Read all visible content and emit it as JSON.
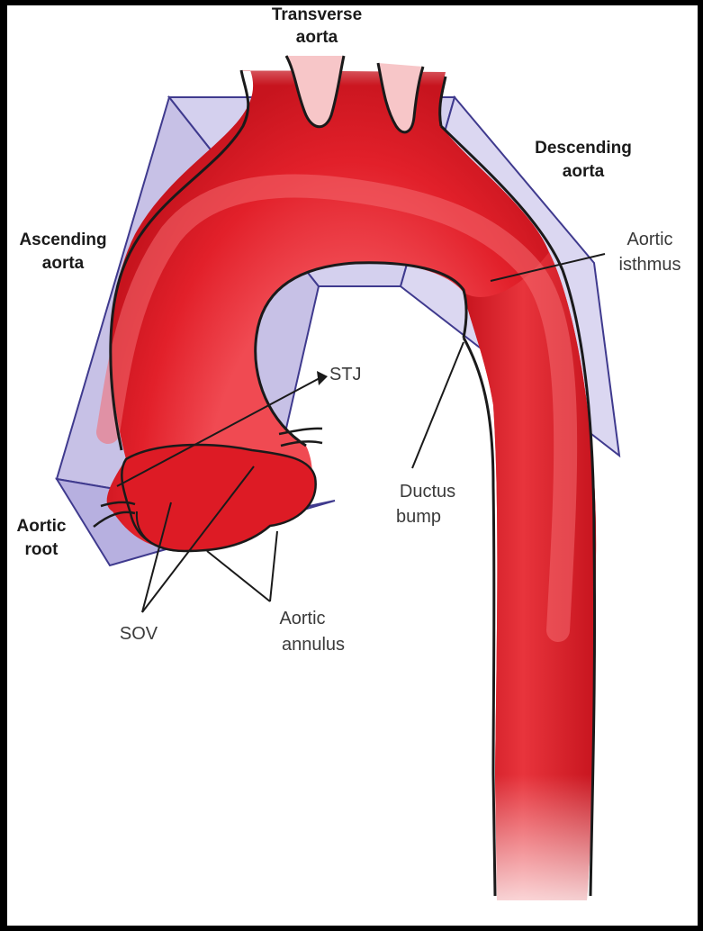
{
  "labels": {
    "transverse_line1": "Transverse",
    "transverse_line2": "aorta",
    "descending_line1": "Descending",
    "descending_line2": "aorta",
    "ascending_line1": "Ascending",
    "ascending_line2": "aorta",
    "isthmus_line1": "Aortic",
    "isthmus_line2": "isthmus",
    "stj": "STJ",
    "ductus_line1": "Ductus",
    "ductus_line2": "bump",
    "root_line1": "Aortic",
    "root_line2": "root",
    "sov": "SOV",
    "annulus_line1": "Aortic",
    "annulus_line2": "annulus"
  },
  "colors": {
    "aorta_red": "#e2202a",
    "aorta_dark": "#c7141e",
    "aorta_highlight": "#f2555c",
    "plane_fill": "#b9b2e0",
    "plane_stroke": "#3f3a8e",
    "outline": "#1a1a1a",
    "frame": "#000000",
    "background": "#ffffff"
  }
}
